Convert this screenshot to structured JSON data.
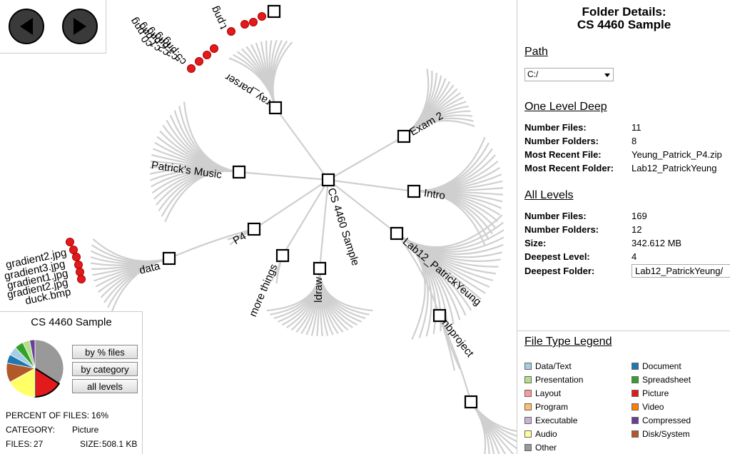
{
  "nav": {
    "back_icon": "left-triangle-icon",
    "forward_icon": "right-triangle-icon"
  },
  "tree": {
    "root": "CS 4460 Sample",
    "folders": [
      "Patrick's Music",
      "ray_parser",
      "Exam 2",
      "Intro",
      "Lab12_PatrickYeung",
      "nbproject",
      "ldraw",
      "more things",
      "P4",
      "data"
    ],
    "data_files": [
      "gradient2.jpg",
      "gradient3.jpg",
      "gradient1.jpg",
      "gradient2.jpg",
      "duck.bmp"
    ],
    "ray_files": [
      "c5.png",
      "c3.png",
      "c2.png",
      "c1.png",
      "c0.png",
      "t.png"
    ]
  },
  "summary": {
    "title": "CS 4460 Sample",
    "buttons": {
      "by_files": "by % files",
      "by_category": "by category",
      "all_levels": "all levels"
    },
    "percent_label": "PERCENT OF FILES:",
    "percent_value": "16%",
    "category_label": "CATEGORY:",
    "category_value": "Picture",
    "files_label": "FILES:",
    "files_value": "27",
    "size_label": "SIZE:",
    "size_value": "508.1 KB",
    "pie": [
      {
        "color": "#999999",
        "value": 34
      },
      {
        "color": "#e31a1c",
        "value": 16
      },
      {
        "color": "#ffff66",
        "value": 17
      },
      {
        "color": "#b15928",
        "value": 11
      },
      {
        "color": "#1f78b4",
        "value": 5
      },
      {
        "color": "#a6cee3",
        "value": 5
      },
      {
        "color": "#33a02c",
        "value": 5
      },
      {
        "color": "#b2df8a",
        "value": 4
      },
      {
        "color": "#6a3d9a",
        "value": 3
      }
    ]
  },
  "details": {
    "title1": "Folder Details:",
    "title2": "CS 4460 Sample",
    "path_heading": "Path",
    "path_value": "C:/",
    "one_level_heading": "One Level Deep",
    "one_level": [
      {
        "label": "Number Files:",
        "value": "11"
      },
      {
        "label": "Number Folders:",
        "value": "8"
      },
      {
        "label": "Most Recent File:",
        "value": "Yeung_Patrick_P4.zip"
      },
      {
        "label": "Most Recent Folder:",
        "value": "Lab12_PatrickYeung"
      }
    ],
    "all_levels_heading": "All Levels",
    "all_levels": [
      {
        "label": "Number Files:",
        "value": "169"
      },
      {
        "label": "Number Folders:",
        "value": "12"
      },
      {
        "label": "Size:",
        "value": "342.612 MB"
      },
      {
        "label": "Deepest Level:",
        "value": "4"
      }
    ],
    "deepest_folder_label": "Deepest Folder:",
    "deepest_folder_value": "Lab12_PatrickYeung/"
  },
  "legend": {
    "title": "File Type Legend",
    "items": [
      {
        "label": "Data/Text",
        "color": "#a6cee3"
      },
      {
        "label": "Document",
        "color": "#1f78b4"
      },
      {
        "label": "Presentation",
        "color": "#b2df8a"
      },
      {
        "label": "Spreadsheet",
        "color": "#33a02c"
      },
      {
        "label": "Layout",
        "color": "#fb9a99"
      },
      {
        "label": "Picture",
        "color": "#e31a1c"
      },
      {
        "label": "Program",
        "color": "#fdbf6f"
      },
      {
        "label": "Video",
        "color": "#ff7f00"
      },
      {
        "label": "Executable",
        "color": "#cab2d6"
      },
      {
        "label": "Compressed",
        "color": "#6a3d9a"
      },
      {
        "label": "Audio",
        "color": "#ffff99"
      },
      {
        "label": "Disk/System",
        "color": "#b15928"
      },
      {
        "label": "Other",
        "color": "#999999"
      }
    ]
  }
}
